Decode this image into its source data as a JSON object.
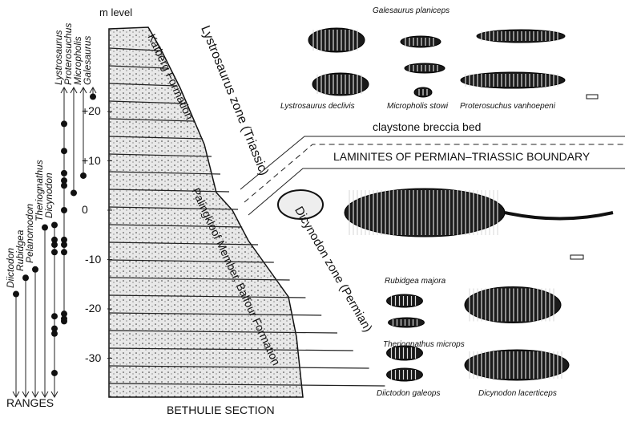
{
  "axis": {
    "title": "m level",
    "ticks": [
      "+20",
      "+10",
      "0",
      "-10",
      "-20",
      "-30"
    ],
    "tick_values": [
      20,
      10,
      0,
      -10,
      -20,
      -30
    ]
  },
  "ranges_label": "RANGES",
  "section_label": "BETHULIE SECTION",
  "taxa": [
    {
      "name": "Diictodon",
      "dots": [
        -17
      ],
      "direction": "down"
    },
    {
      "name": "Rubidgea",
      "dots": [
        -13.7
      ],
      "direction": "down"
    },
    {
      "name": "Pelanomodon",
      "dots": [
        -12
      ],
      "direction": "down"
    },
    {
      "name": "Theriognathus",
      "dots": [
        -3.5
      ],
      "direction": "down"
    },
    {
      "name": "Dicynodon",
      "dots": [
        -3,
        -6,
        -7,
        -8.5,
        -21.5,
        -24,
        -25,
        -33
      ],
      "direction": "down"
    },
    {
      "name": "Lystrosaurus",
      "dots": [
        17.5,
        12,
        7.5,
        6,
        5,
        0,
        -6,
        -7,
        -8.5,
        -21,
        -22,
        -22.5
      ],
      "direction": "up"
    },
    {
      "name": "Proterosuchus",
      "dots": [
        3.5
      ],
      "direction": "up"
    },
    {
      "name": "Micropholis",
      "dots": [
        7
      ],
      "direction": "up"
    },
    {
      "name": "Galesaurus",
      "dots": [
        23
      ],
      "direction": "up"
    }
  ],
  "zones": {
    "triassic": "Lystrosaurus zone (Triassic)",
    "katberg": "Katberg Formation",
    "palingkloof": "Palingkloof Member, Balfour Formation",
    "permian": "Dicynodon zone (Permian)"
  },
  "boundary": {
    "bed": "claystone breccia bed",
    "title": "LAMINITES OF PERMIAN–TRIASSIC BOUNDARY"
  },
  "species": {
    "galesaurus": "Galesaurus  planiceps",
    "lystrosaurus": "Lystrosaurus declivis",
    "micropholis": "Micropholis stowi",
    "proterosuchus": "Proterosuchus vanhoepeni",
    "rubidgea": "Rubidgea majora",
    "theriognathus": "Theriognathus microps",
    "diictodon": "Diictodon galeops",
    "dicynodon": "Dicynodon lacerticeps"
  }
}
